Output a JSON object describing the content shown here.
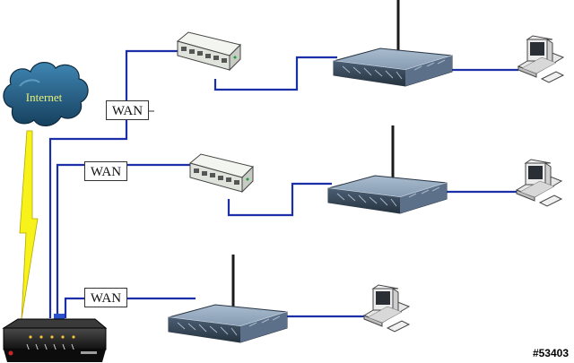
{
  "cloud": {
    "label": "Internet"
  },
  "wan_labels": [
    "WAN",
    "WAN",
    "WAN"
  ],
  "watermark": "#53403",
  "colors": {
    "cable": "#1a2fa8",
    "lightning": "#f6f21a",
    "cloud": "#1f5f88",
    "router_body": "#7d93ac",
    "router_dark": "#2c3a4a",
    "switch_body": "#e9ece7"
  },
  "icons": [
    "cloud-icon",
    "lightning-icon",
    "modem-icon",
    "switch-icon",
    "wireless-router-icon",
    "computer-icon"
  ]
}
